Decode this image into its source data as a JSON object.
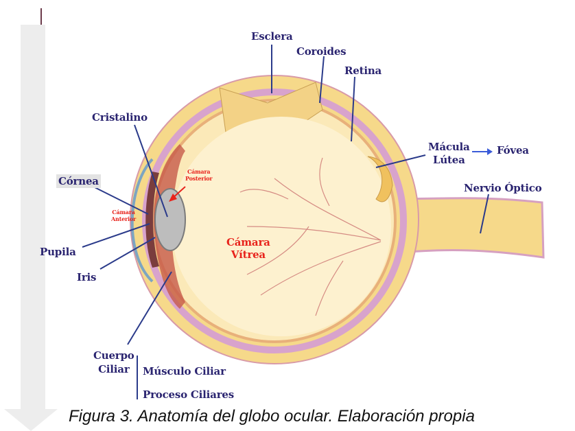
{
  "labels": {
    "esclera": "Esclera",
    "coroides": "Coroides",
    "retina": "Retina",
    "cristalino": "Cristalino",
    "macula_lutea": "Mácula\nLútea",
    "fovea": "Fóvea",
    "cornea": "Córnea",
    "camara_posterior": "Cámara\nPosterior",
    "camara_anterior": "Cámara\nAnterior",
    "nervio_optico": "Nervio Óptico",
    "pupila": "Pupila",
    "camara_vitrea": "Cámara\nVítrea",
    "iris": "Iris",
    "cuerpo_ciliar": "Cuerpo\nCiliar",
    "musculo_ciliar": "Músculo Ciliar",
    "proceso_ciliares": "Proceso Ciliares"
  },
  "caption": "Figura 3. Anatomía del globo ocular. Elaboración propia",
  "colors": {
    "label": "#2a2470",
    "label_red": "#e8231c",
    "sclera": "#f6d98a",
    "choroid": "#d8a3cc",
    "vitreous": "#fbe9b8",
    "lens": "#bdbdbd",
    "cornea": "#4a8fd8",
    "arrow_blue": "#3a5bd8",
    "scroll_track": "#ededed"
  }
}
